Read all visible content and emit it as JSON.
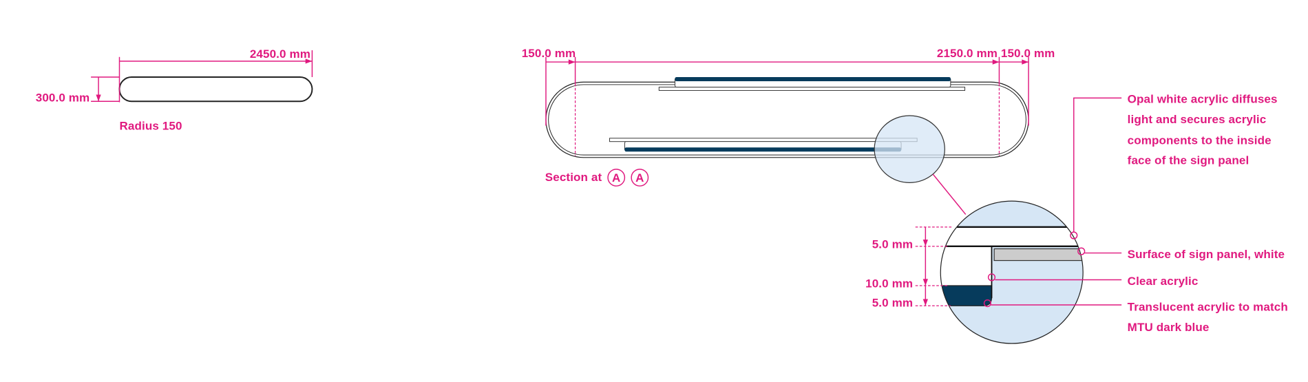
{
  "plan_view": {
    "width_label": "2450.0 mm",
    "height_label": "300.0 mm",
    "radius_label": "Radius 150"
  },
  "section_view": {
    "left_end_label": "150.0 mm",
    "center_label": "2150.0 mm",
    "right_end_label": "150.0 mm",
    "section_label": "Section at",
    "section_markers": [
      "A",
      "A"
    ]
  },
  "detail_view": {
    "dims": [
      "5.0 mm",
      "10.0 mm",
      "5.0 mm"
    ],
    "callouts": {
      "opal": [
        "Opal white acrylic diffuses",
        "light and secures acrylic",
        "components to the inside",
        "face of the sign panel"
      ],
      "surface": "Surface of sign panel, white",
      "clear": "Clear acrylic",
      "translucent": [
        "Translucent acrylic to match",
        "MTU dark blue"
      ]
    }
  },
  "colors": {
    "annotation": "#e0197f",
    "mtu_dark_blue": "#063b5c",
    "detail_fill": "#d6e6f5",
    "panel_gray": "#cccccc"
  }
}
